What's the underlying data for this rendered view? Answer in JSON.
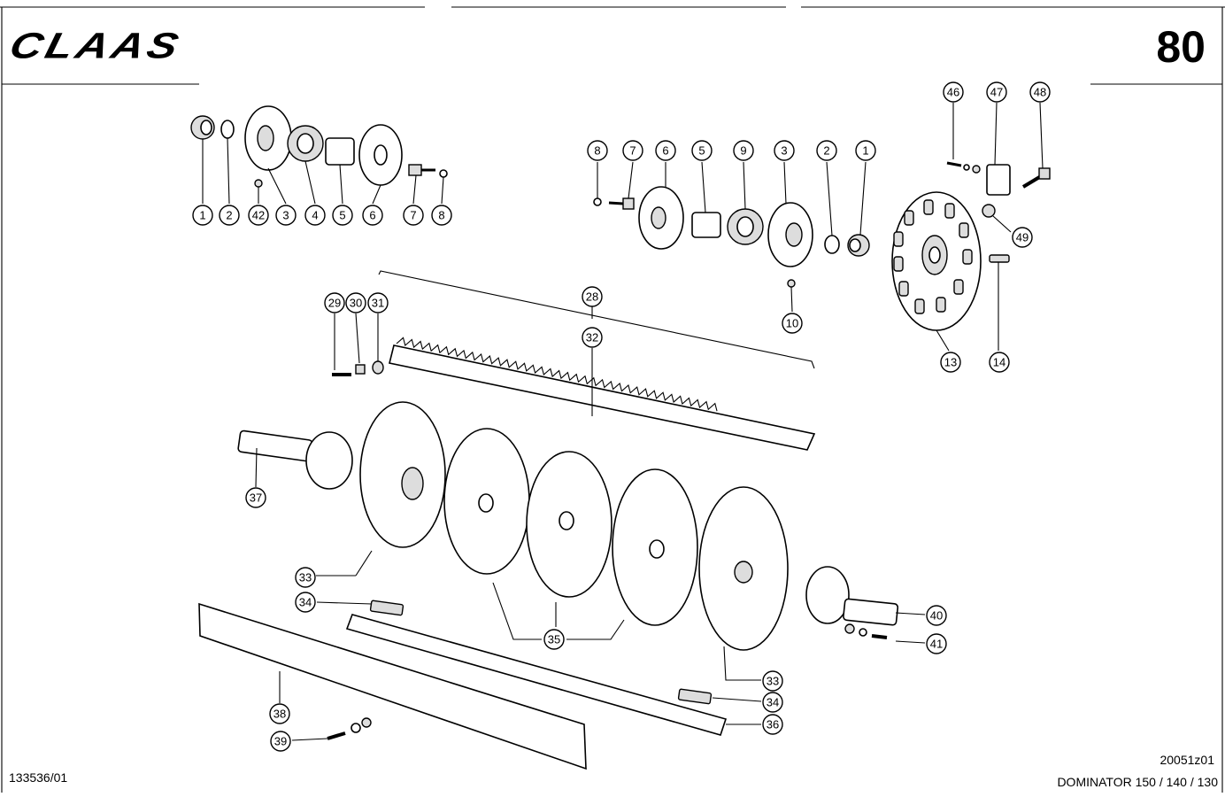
{
  "header": {
    "brand": "CLAAS",
    "page_number": "80"
  },
  "footer": {
    "doc_number": "133536/01",
    "drawing_id": "20051z01",
    "model_line": "DOMINATOR 150 / 140 / 130"
  },
  "callouts": {
    "c1a": "1",
    "c2a": "2",
    "c42": "42",
    "c3a": "3",
    "c4": "4",
    "c5a": "5",
    "c6a": "6",
    "c7a": "7",
    "c8a": "8",
    "c8b": "8",
    "c7b": "7",
    "c6b": "6",
    "c5b": "5",
    "c9": "9",
    "c3b": "3",
    "c2b": "2",
    "c1b": "1",
    "c10": "10",
    "c46": "46",
    "c47": "47",
    "c48": "48",
    "c49": "49",
    "c13": "13",
    "c14": "14",
    "c29": "29",
    "c30": "30",
    "c31": "31",
    "c28": "28",
    "c32": "32",
    "c37": "37",
    "c33a": "33",
    "c34a": "34",
    "c35": "35",
    "c40": "40",
    "c41": "41",
    "c33b": "33",
    "c34b": "34",
    "c36": "36",
    "c38": "38",
    "c39": "39"
  }
}
